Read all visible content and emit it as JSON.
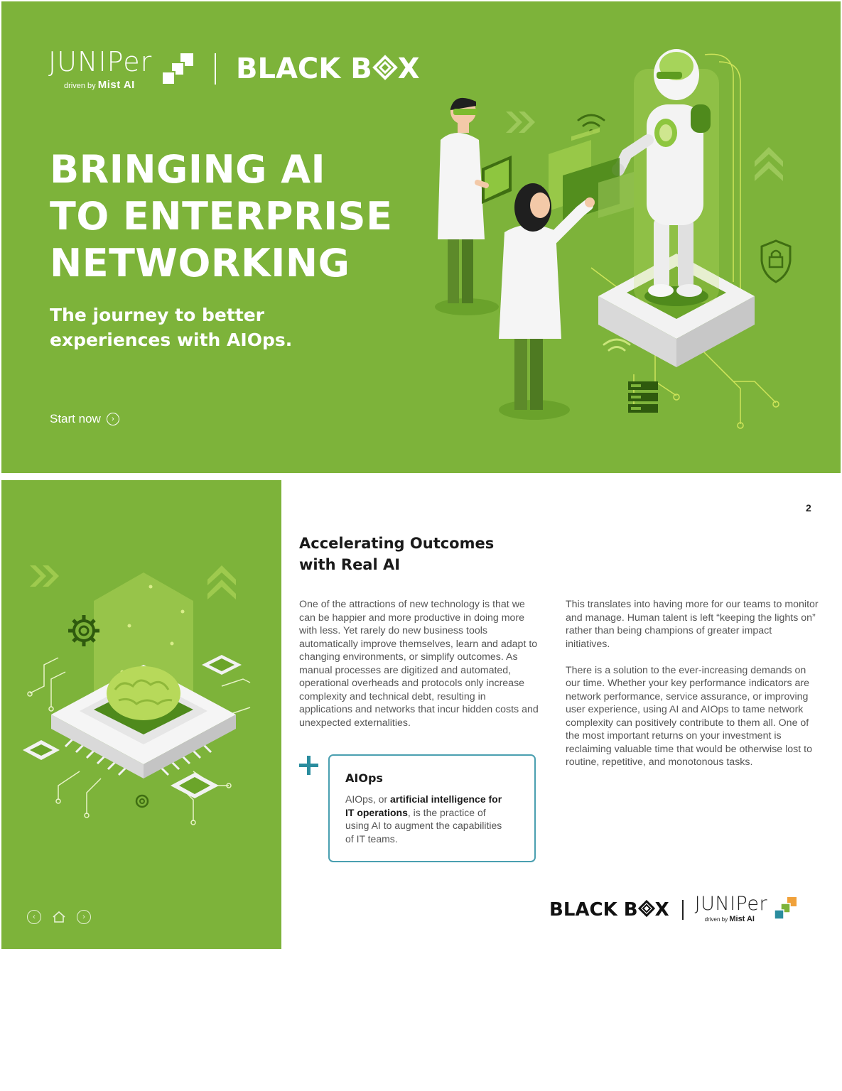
{
  "cover": {
    "juniper_logo": {
      "word": "JUNIPer",
      "sub_prefix": "driven by ",
      "sub_brand": "Mist AI"
    },
    "blackbox_logo": {
      "left": "BLACK B",
      "right": "X"
    },
    "title_lines": [
      "BRINGING AI",
      "TO ENTERPRISE",
      "NETWORKING"
    ],
    "subtitle": "The journey to better experiences with AIOps.",
    "start_label": "Start now",
    "colors": {
      "brand_green": "#7db33a",
      "accent_teal": "#4a9fb0"
    }
  },
  "page2": {
    "page_number": "2",
    "title_line1": "Accelerating Outcomes",
    "title_line2": "with Real AI",
    "left_column": "One of the attractions of new technology is that we can be happier and more productive in doing more with less. Yet rarely do new business tools automatically improve themselves, learn and adapt to changing environments, or simplify outcomes. As manual processes are digitized and automated, operational overheads and protocols only increase complexity and technical debt, resulting in applications and networks that incur hidden costs and unexpected externalities.",
    "right_column_p1": "This translates into having more for our teams to monitor and manage. Human talent is left “keeping the lights on” rather than being champions of greater impact initiatives.",
    "right_column_p2": "There is a solution to the ever-increasing demands on our time. Whether your key performance indicators are network performance, service assurance, or improving user experience, using AI and AIOps to tame network complexity can positively contribute to them all. One of the most important returns on your investment is reclaiming valuable time that would be otherwise lost to routine, repetitive, and monotonous tasks.",
    "callout": {
      "title": "AIOps",
      "text_prefix": "AIOps, or ",
      "text_bold": "artificial intelligence for IT operations",
      "text_suffix": ", is the practice of using AI to augment the capabilities of IT teams."
    },
    "nav": {
      "prev_icon": "chevron-left-icon",
      "home_icon": "home-icon",
      "next_icon": "chevron-right-icon"
    },
    "footer": {
      "blackbox": {
        "left": "BLACK B",
        "right": "X"
      },
      "juniper": {
        "word": "JUNIPer",
        "sub_prefix": "driven by ",
        "sub_brand": "Mist AI"
      }
    }
  }
}
